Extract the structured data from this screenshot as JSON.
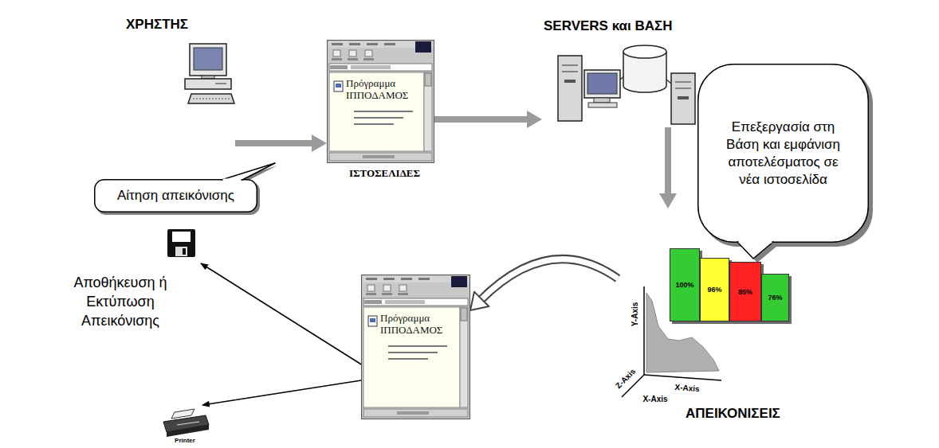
{
  "diagram": {
    "nodes": [
      {
        "text": [
          "ΧΡΗΣΤΗΣ"
        ]
      },
      {
        "text": [
          "Πρόγραμμα ΙΠΠΟΔΑΜΟΣ"
        ]
      },
      {
        "text": [
          "SERVERS και ΒΑΣΗ"
        ]
      },
      {
        "text": [
          "Επεξεργασία στη Βάση και εμφάνιση αποτελέσματος σε νέα ιστοσελίδα"
        ]
      },
      {
        "text": [
          "Αίτηση απεικόνισης"
        ]
      },
      {
        "text": [
          "ΑΠΕΙΚΟΝΙΣΕΙΣ"
        ]
      },
      {
        "text": [
          "100%"
        ],
        "in": 5
      },
      {
        "text": [
          "96%"
        ],
        "in": 5
      },
      {
        "text": [
          "85%"
        ],
        "in": 5
      },
      {
        "text": [
          "76%"
        ],
        "in": 5
      },
      {
        "text": [
          "Πρόγραμμα ΙΠΠΟΔΑΜΟΣ"
        ]
      }
    ],
    "edges": [
      {
        "from": 0,
        "to": 1,
        "arrow": "to"
      },
      {
        "from": 1,
        "to": 2,
        "arrow": "to"
      },
      {
        "from": 2,
        "to": 5,
        "arrow": "to"
      },
      {
        "from": 5,
        "to": 10,
        "arrow": "to"
      }
    ],
    "labels": [
      "ΙΣΤΟΣΕΛΙΔΕΣ",
      "Αποθήκευση ή Εκτύπωση Απεικόνισης",
      "Y-Axis",
      "Z-Axis",
      "X-Axis",
      "X-Axis",
      "Printer"
    ]
  }
}
